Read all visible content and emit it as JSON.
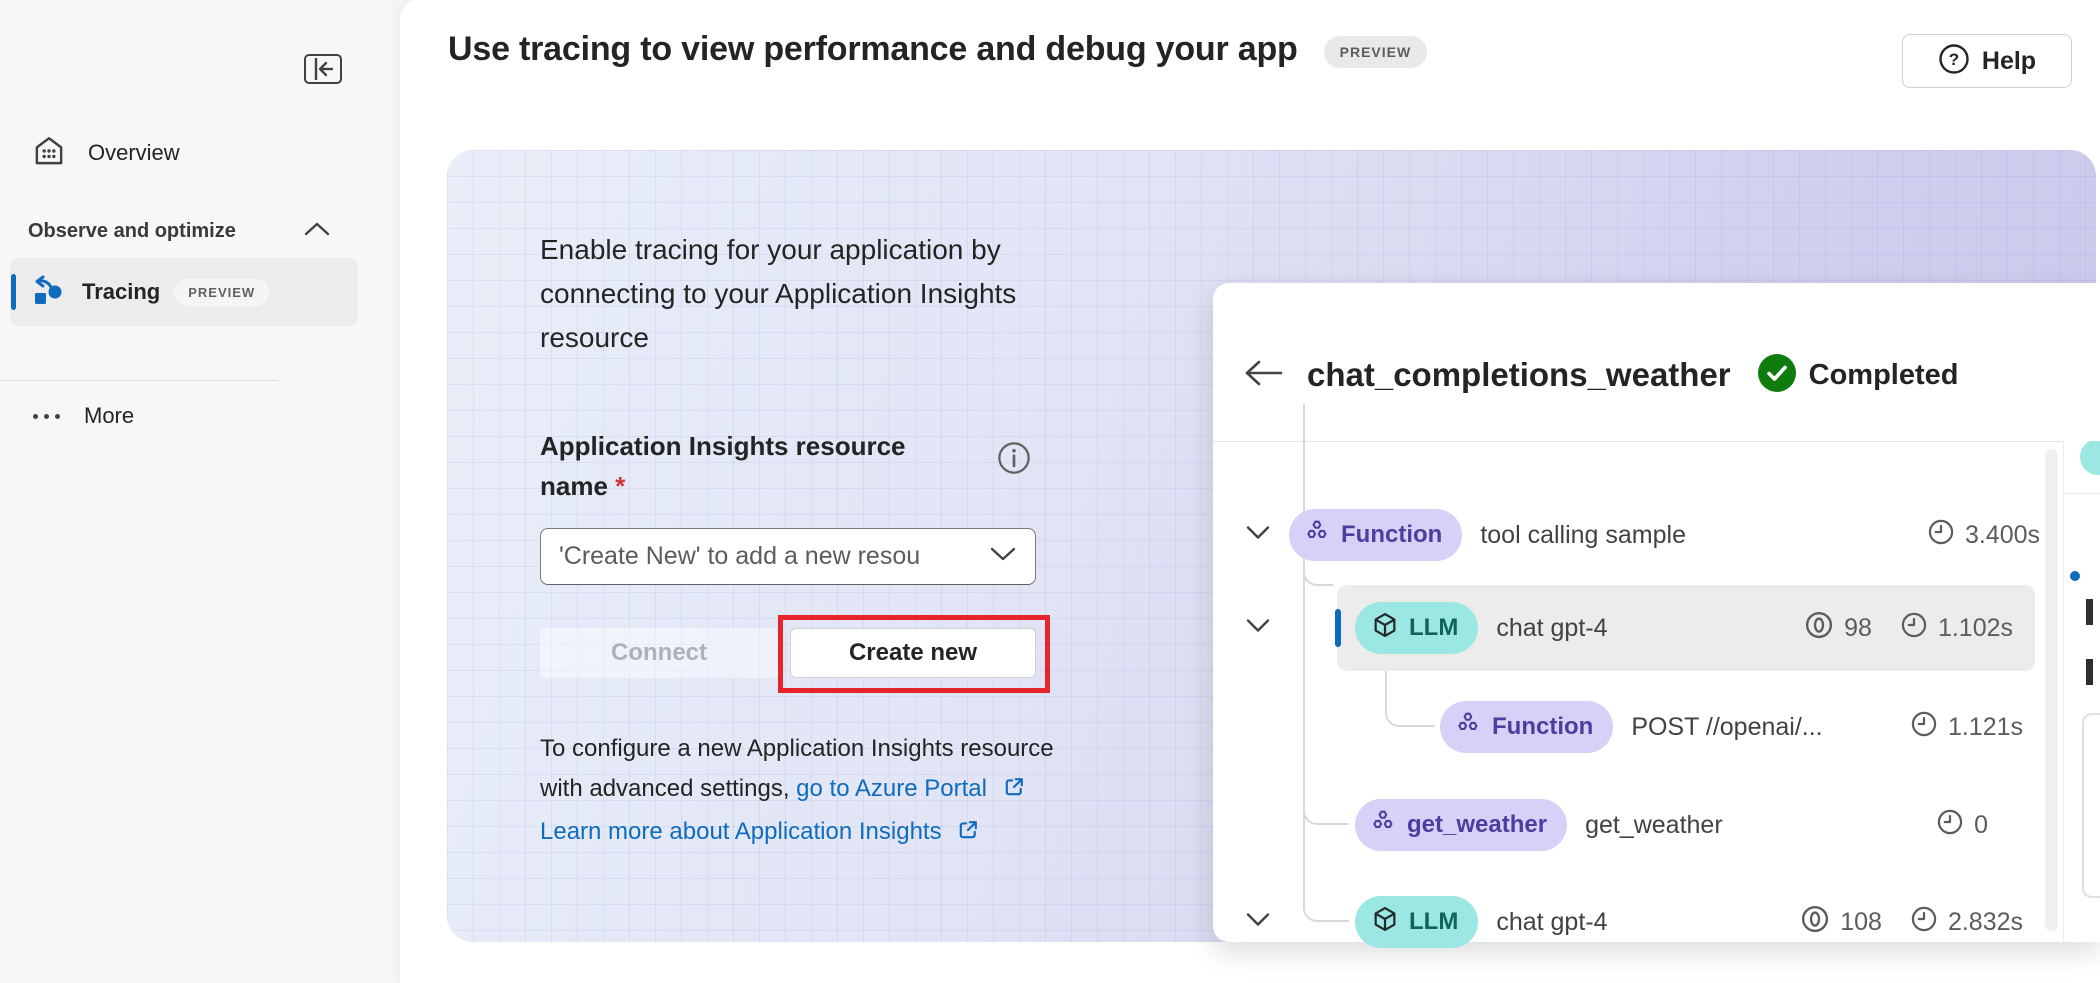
{
  "colors": {
    "accent_blue": "#0f6cbd",
    "success_green": "#107c10",
    "annotation_red": "#e5242b",
    "function_badge_bg": "#d8d0f6",
    "function_badge_text": "#4a3f9f",
    "llm_badge_bg": "#9ae7e3",
    "llm_badge_text": "#11635d",
    "selected_row_bg": "#ececec"
  },
  "sidebar": {
    "overview_label": "Overview",
    "section_label": "Observe and optimize",
    "tracing_label": "Tracing",
    "tracing_badge": "PREVIEW",
    "more_label": "More"
  },
  "header": {
    "title": "Use tracing to view performance and debug your app",
    "badge": "PREVIEW",
    "help_label": "Help"
  },
  "enable_panel": {
    "description": "Enable tracing for your application by connecting to your Application Insights resource",
    "field_label": "Application Insights resource name",
    "required_marker": "*",
    "dropdown_placeholder": "'Create New' to add a new resou",
    "connect_label": "Connect",
    "create_new_label": "Create new",
    "footer_text": "To configure a new Application Insights resource with advanced settings,",
    "link_azure_portal": "go to Azure Portal",
    "link_learn_more": "Learn more about Application Insights"
  },
  "trace_panel": {
    "title": "chat_completions_weather",
    "status": "Completed",
    "rows": [
      {
        "badge": "Function",
        "name": "tool calling sample",
        "tokens": "",
        "duration": "3.400s"
      },
      {
        "badge": "LLM",
        "name": "chat gpt-4",
        "tokens": "98",
        "duration": "1.102s"
      },
      {
        "badge": "Function",
        "name": "POST //openai/...",
        "tokens": "",
        "duration": "1.121s"
      },
      {
        "badge": "get_weather",
        "name": "get_weather",
        "tokens": "",
        "duration": "0"
      },
      {
        "badge": "LLM",
        "name": "chat gpt-4",
        "tokens": "108",
        "duration": "2.832s"
      }
    ]
  }
}
